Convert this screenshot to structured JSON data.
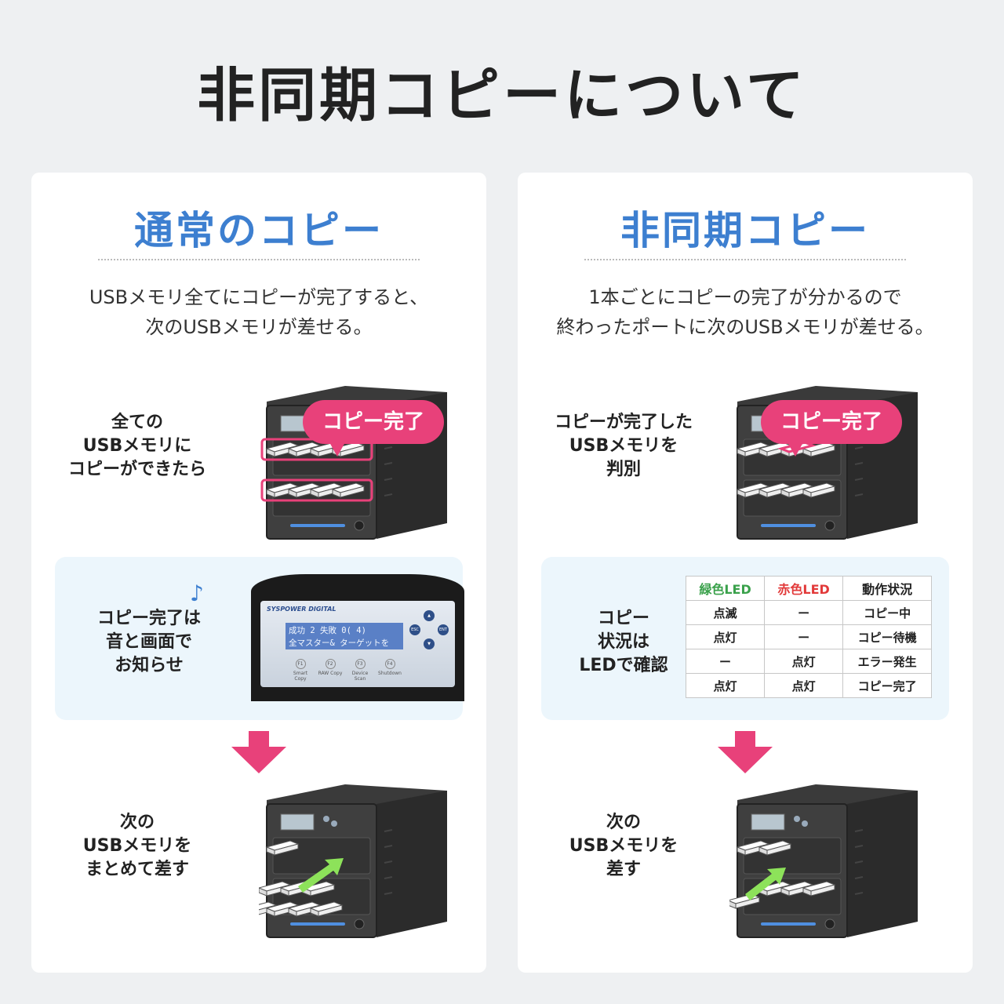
{
  "page_title": "非同期コピーについて",
  "colors": {
    "accent_blue": "#3d7fd0",
    "callout_pink": "#e8417a",
    "arrow_pink": "#e8417a",
    "green_led": "#3aa14b",
    "red_led": "#e23a3a",
    "highlight_green": "#8de25a"
  },
  "left_panel": {
    "title": "通常のコピー",
    "desc_line1": "USBメモリ全てにコピーが完了すると、",
    "desc_line2": "次のUSBメモリが差せる。",
    "step1": {
      "line1": "全ての",
      "line2": "USBメモリに",
      "line3": "コピーができたら",
      "callout": "コピー完了"
    },
    "info": {
      "line1": "コピー完了は",
      "line2": "音と画面で",
      "line3": "お知らせ",
      "icon": "music-note-icon",
      "lcd": {
        "brand": "SYSPOWER DIGITAL",
        "row1": "成功 2 失敗 0( 4)",
        "row2": "全マスター& ターゲットを",
        "buttons": [
          "ESC",
          "ENT"
        ],
        "fkeys": [
          {
            "key": "F1",
            "label": "Smart Copy"
          },
          {
            "key": "F2",
            "label": "RAW Copy"
          },
          {
            "key": "F3",
            "label": "Device Scan"
          },
          {
            "key": "F4",
            "label": "Shutdown"
          }
        ]
      }
    },
    "step2": {
      "line1": "次の",
      "line2": "USBメモリを",
      "line3": "まとめて差す"
    }
  },
  "right_panel": {
    "title": "非同期コピー",
    "desc_line1": "1本ごとにコピーの完了が分かるので",
    "desc_line2": "終わったポートに次のUSBメモリが差せる。",
    "step1": {
      "line1": "コピーが完了した",
      "line2": "USBメモリを",
      "line3": "判別",
      "callout": "コピー完了"
    },
    "info": {
      "line1": "コピー",
      "line2": "状況は",
      "line3": "LEDで確認",
      "table": {
        "headers": [
          "緑色LED",
          "赤色LED",
          "動作状況"
        ],
        "rows": [
          [
            "点滅",
            "ー",
            "コピー中"
          ],
          [
            "点灯",
            "ー",
            "コピー待機"
          ],
          [
            "ー",
            "点灯",
            "エラー発生"
          ],
          [
            "点灯",
            "点灯",
            "コピー完了"
          ]
        ]
      }
    },
    "step2": {
      "line1": "次の",
      "line2": "USBメモリを",
      "line3": "差す"
    }
  }
}
